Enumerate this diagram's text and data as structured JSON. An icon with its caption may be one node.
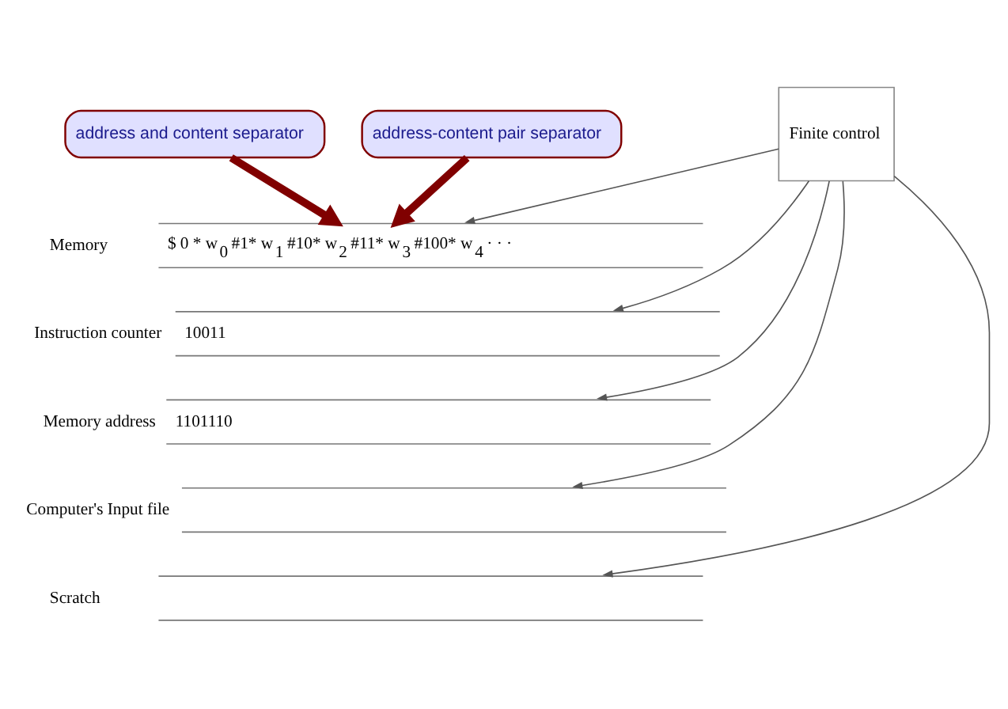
{
  "diagram": {
    "nodes": [
      {
        "text": [
          "address and content separator"
        ]
      },
      {
        "text": [
          "address-content pair separator"
        ]
      },
      {
        "text": [
          "Finite control"
        ]
      },
      {
        "text": [
          "Memory",
          "$ 0 * w$_{0}$ #1* w$_{1}$ #10* w$_{2}$ #11* w$_{3}$ #100* w$_{4}$ · · ·"
        ]
      },
      {
        "text": [
          "Instruction counter",
          "10011"
        ]
      },
      {
        "text": [
          "Memory address",
          "1101110"
        ]
      },
      {
        "text": [
          "Computer's Input file"
        ]
      },
      {
        "text": [
          "Scratch"
        ]
      }
    ],
    "edges": [
      {
        "from": 0,
        "to": 3,
        "arrow": "to",
        "color": "#800000",
        "style": "thick"
      },
      {
        "from": 1,
        "to": 3,
        "arrow": "to",
        "color": "#800000",
        "style": "thick"
      },
      {
        "from": 2,
        "to": 3,
        "arrow": "to"
      },
      {
        "from": 2,
        "to": 4,
        "arrow": "to"
      },
      {
        "from": 2,
        "to": 5,
        "arrow": "to"
      },
      {
        "from": 2,
        "to": 6,
        "arrow": "to"
      },
      {
        "from": 2,
        "to": 7,
        "arrow": "to"
      }
    ]
  }
}
